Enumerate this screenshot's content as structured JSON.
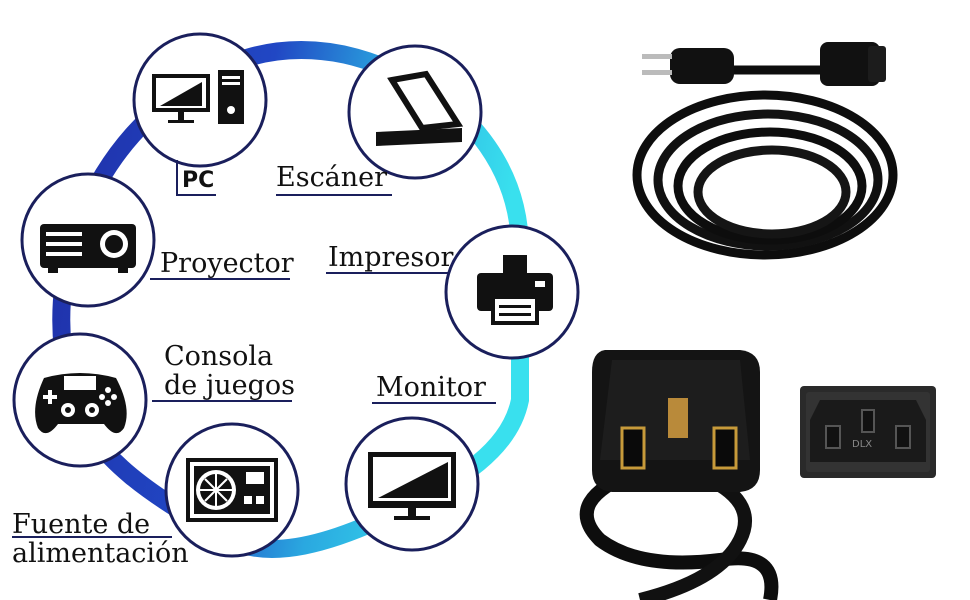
{
  "devices": [
    {
      "id": "pc",
      "label": "PC",
      "icon": "desktop-computer-icon"
    },
    {
      "id": "scanner",
      "label": "Escáner",
      "icon": "scanner-icon"
    },
    {
      "id": "projector",
      "label": "Proyector",
      "icon": "projector-icon"
    },
    {
      "id": "printer",
      "label": "Impresor",
      "icon": "printer-icon"
    },
    {
      "id": "console",
      "label": "Consola\nde juegos",
      "icon": "gamepad-icon"
    },
    {
      "id": "monitor",
      "label": "Monitor",
      "icon": "monitor-icon"
    },
    {
      "id": "psu",
      "label": "Fuente de\nalimentación",
      "icon": "power-supply-icon"
    }
  ],
  "photos": [
    {
      "id": "coiled-cord",
      "icon": "power-cord-photo"
    },
    {
      "id": "c13-connector",
      "icon": "iec-c13-connector-photo"
    },
    {
      "id": "c14-socket",
      "icon": "iec-c14-socket-photo",
      "marking": "DLX"
    }
  ],
  "colors": {
    "ring_dark": "#1f2fa8",
    "ring_light": "#35d6ec",
    "circle_border": "#1a1f5c",
    "cable": "#0d0d0d"
  }
}
